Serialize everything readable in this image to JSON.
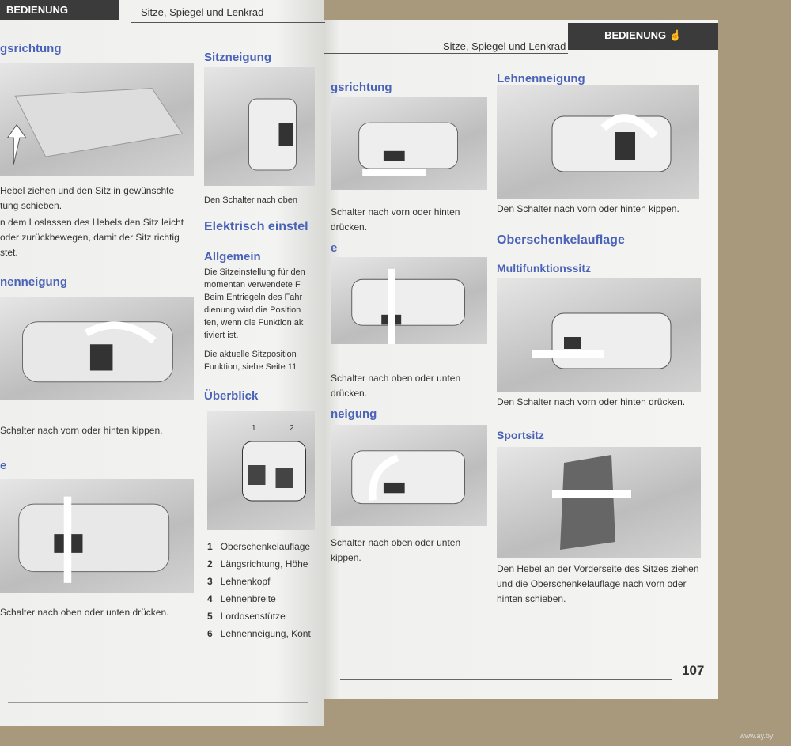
{
  "left_page": {
    "tab": "BEDIENUNG",
    "header": "Sitze, Spiegel und Lenkrad",
    "h1": "gsrichtung",
    "text1": [
      "Hebel ziehen und den Sitz in gewünschte",
      "tung schieben."
    ],
    "text2": [
      "n dem Loslassen des Hebels den Sitz leicht",
      "oder zurückbewegen, damit der Sitz richtig",
      "stet."
    ],
    "h2": "nenneigung",
    "cap2": "Schalter nach vorn oder hinten kippen.",
    "h3": "e",
    "cap3": "Schalter nach oben oder unten drücken.",
    "h4": "Sitzneigung",
    "cap4": "Den Schalter nach oben",
    "h5": "Elektrisch einstel",
    "h6": "Allgemein",
    "allg1": [
      "Die Sitzeinstellung für den",
      "momentan verwendete F",
      "Beim Entriegeln des Fahr",
      "dienung wird die Position",
      "fen, wenn die Funktion ak",
      "tiviert ist."
    ],
    "allg2": [
      "Die aktuelle Sitzposition",
      "Funktion, siehe Seite 11"
    ],
    "h7": "Überblick",
    "callouts": [
      "1",
      "2"
    ],
    "list": [
      {
        "n": "1",
        "l": "Oberschenkelauflage"
      },
      {
        "n": "2",
        "l": "Längsrichtung, Höhe"
      },
      {
        "n": "3",
        "l": "Lehnenkopf"
      },
      {
        "n": "4",
        "l": "Lehnenbreite"
      },
      {
        "n": "5",
        "l": "Lordosenstütze"
      },
      {
        "n": "6",
        "l": "Lehnenneigung, Kont"
      }
    ]
  },
  "right_page": {
    "header": "Sitze, Spiegel und Lenkrad",
    "tab": "BEDIENUNG",
    "c1h1": "gsrichtung",
    "c1cap1": "Schalter nach vorn oder hinten drücken.",
    "c1h2": "e",
    "c1cap2": "Schalter nach oben oder unten drücken.",
    "c1h3": "neigung",
    "c1cap3": "Schalter nach oben oder unten kippen.",
    "c2h1": "Lehnenneigung",
    "c2cap1": "Den Schalter nach vorn oder hinten kippen.",
    "c2h2": "Oberschenkelauflage",
    "c2h3": "Multifunktionssitz",
    "c2cap2": "Den Schalter nach vorn oder hinten drücken.",
    "c2h4": "Sportsitz",
    "c2cap3": [
      "Den Hebel an der Vorderseite des Sitzes ziehen",
      "und die Oberschenkelauflage nach vorn oder",
      "hinten schieben."
    ],
    "page_number": "107"
  },
  "watermark": "www.ay.by"
}
